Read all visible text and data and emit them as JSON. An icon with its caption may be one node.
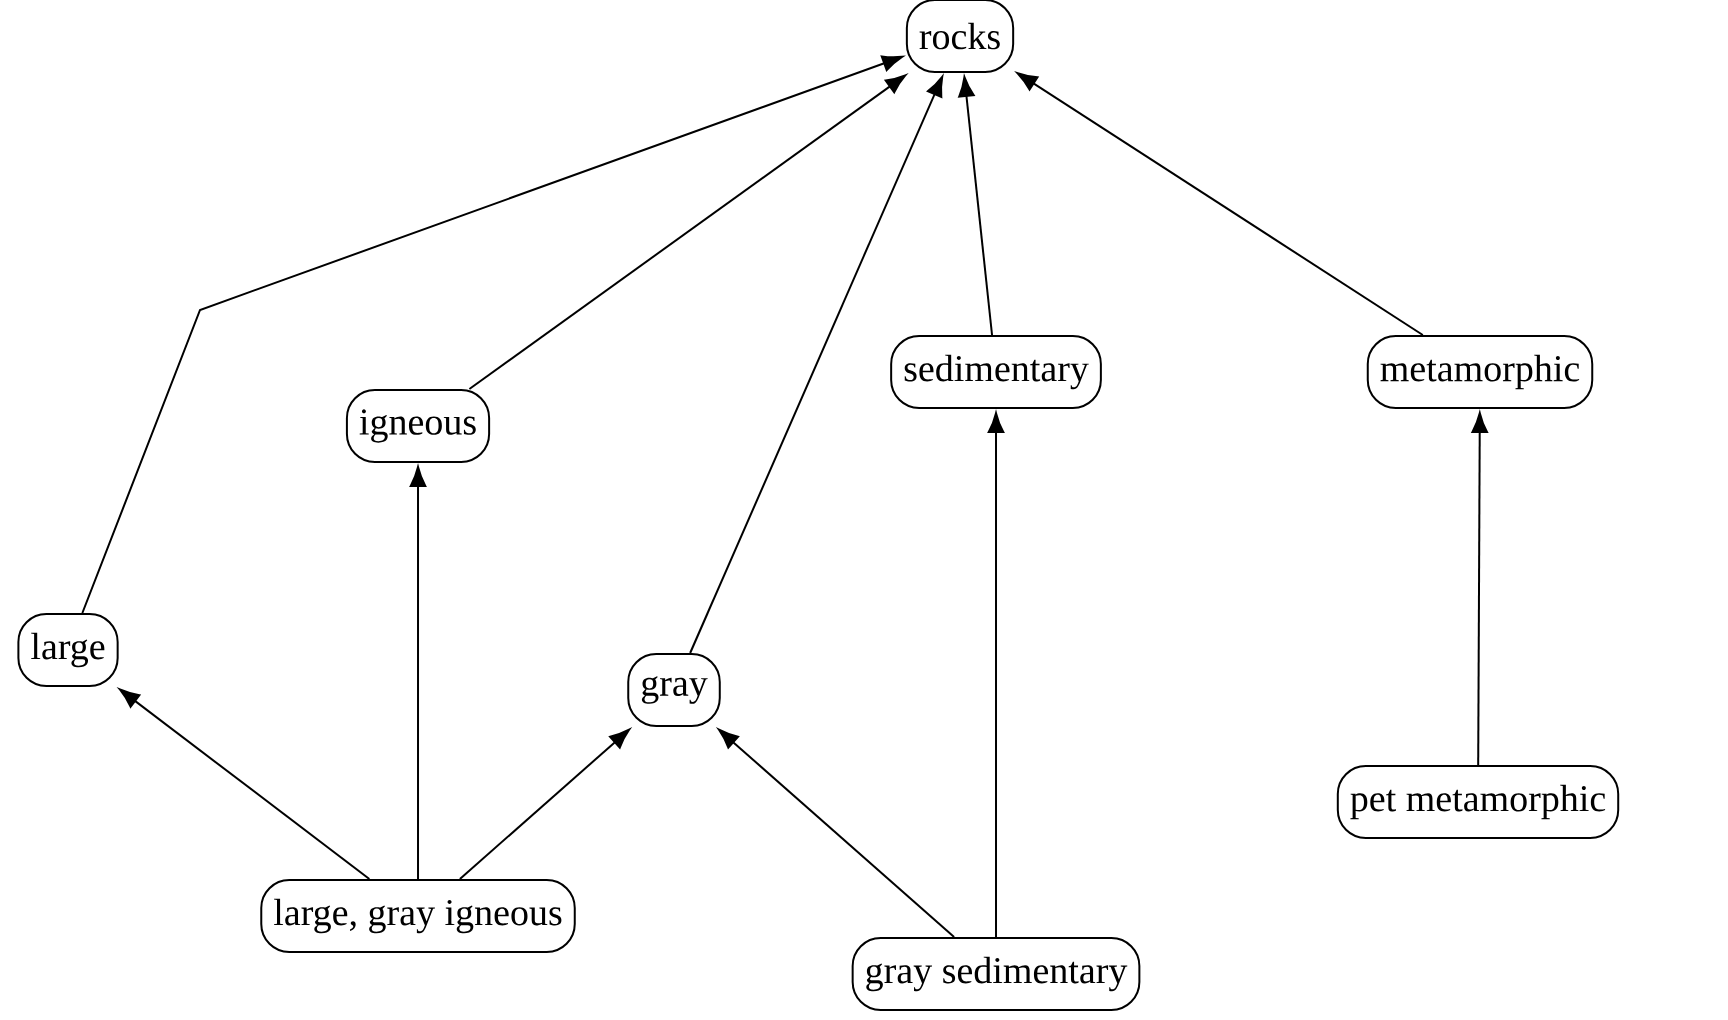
{
  "diagram": {
    "nodes": [
      {
        "text": [
          "rocks"
        ]
      },
      {
        "text": [
          "sedimentary"
        ]
      },
      {
        "text": [
          "metamorphic"
        ]
      },
      {
        "text": [
          "igneous"
        ]
      },
      {
        "text": [
          "large"
        ]
      },
      {
        "text": [
          "gray"
        ]
      },
      {
        "text": [
          "pet metamorphic"
        ]
      },
      {
        "text": [
          "large, gray igneous"
        ]
      },
      {
        "text": [
          "gray sedimentary"
        ]
      }
    ],
    "edges": [
      {
        "from": 4,
        "to": 0,
        "arrow": "to"
      },
      {
        "from": 3,
        "to": 0,
        "arrow": "to"
      },
      {
        "from": 5,
        "to": 0,
        "arrow": "to"
      },
      {
        "from": 1,
        "to": 0,
        "arrow": "to"
      },
      {
        "from": 2,
        "to": 0,
        "arrow": "to"
      },
      {
        "from": 7,
        "to": 4,
        "arrow": "to"
      },
      {
        "from": 7,
        "to": 3,
        "arrow": "to"
      },
      {
        "from": 7,
        "to": 5,
        "arrow": "to"
      },
      {
        "from": 8,
        "to": 5,
        "arrow": "to"
      },
      {
        "from": 8,
        "to": 1,
        "arrow": "to"
      },
      {
        "from": 6,
        "to": 2,
        "arrow": "to"
      }
    ]
  }
}
